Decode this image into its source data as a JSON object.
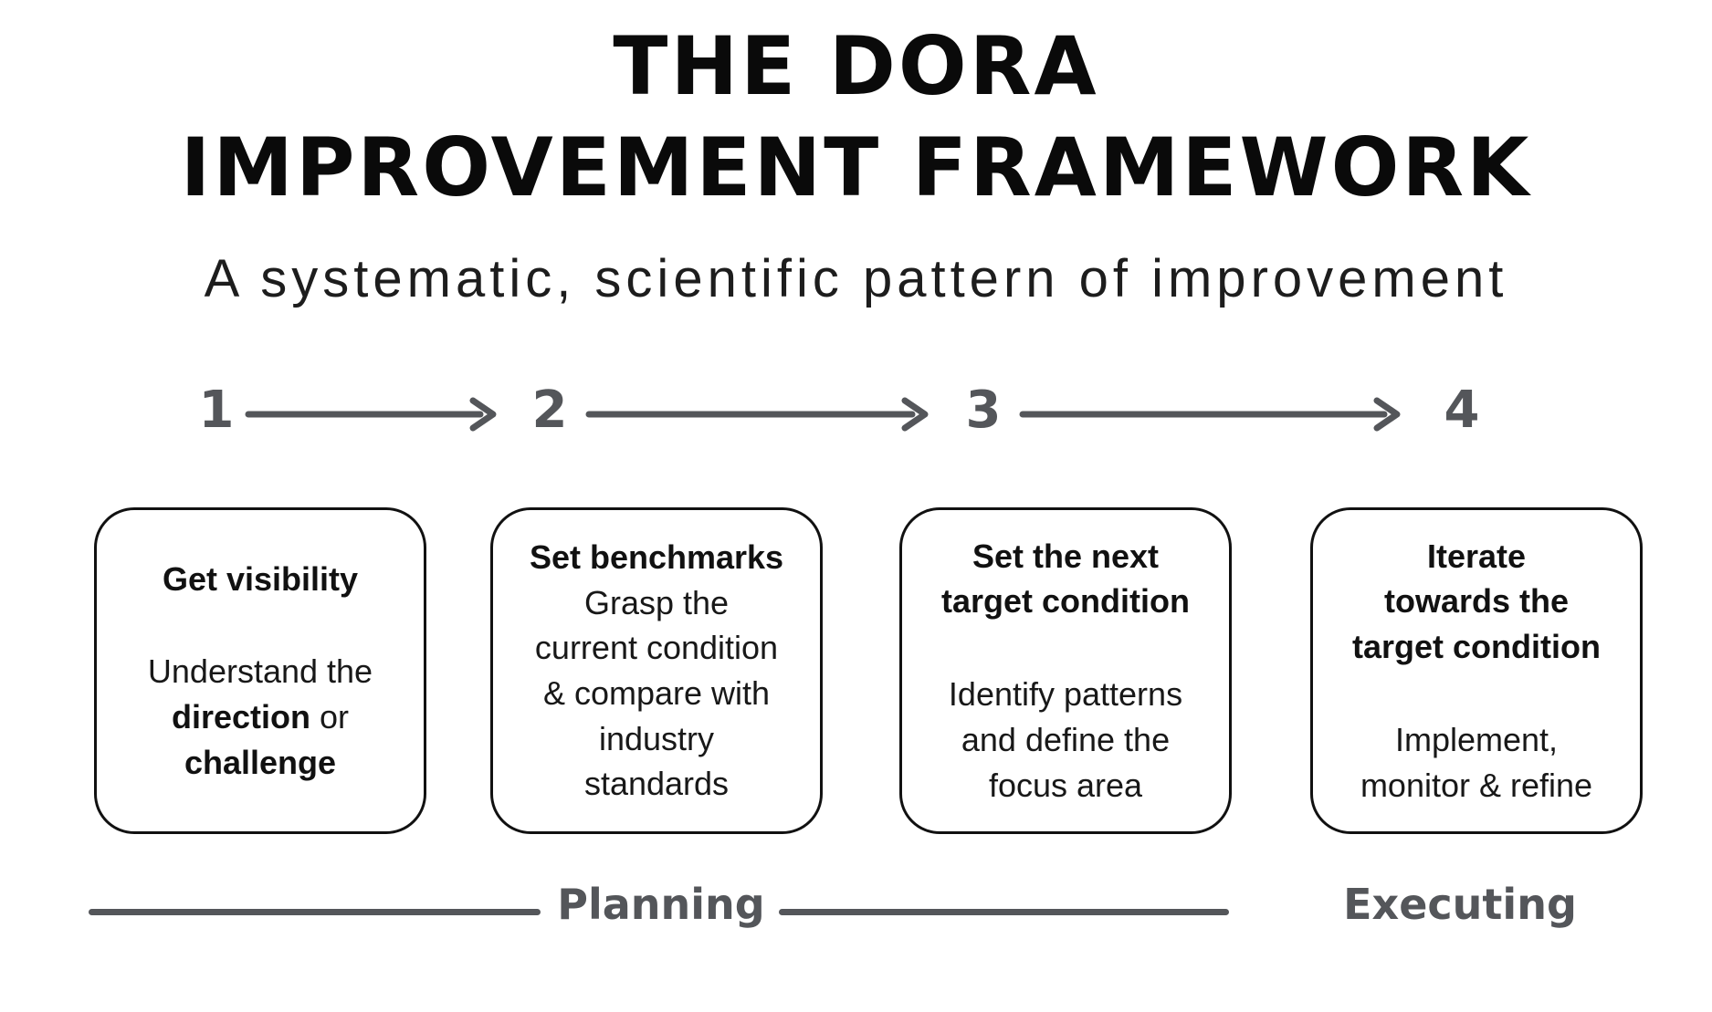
{
  "title": {
    "line1": "THE DORA",
    "line2": "IMPROVEMENT FRAMEWORK"
  },
  "subtitle": "A systematic, scientific pattern of improvement",
  "steps": [
    {
      "number": "1"
    },
    {
      "number": "2"
    },
    {
      "number": "3"
    },
    {
      "number": "4"
    }
  ],
  "icons": {
    "step_arrow": "arrow-right"
  },
  "boxes": [
    {
      "title_lines": [
        "Get visibility"
      ],
      "body_lines": [
        [
          {
            "t": "Understand the",
            "b": false
          }
        ],
        [
          {
            "t": "direction",
            "b": true
          },
          {
            "t": " or",
            "b": false
          }
        ],
        [
          {
            "t": "challenge",
            "b": true
          }
        ]
      ]
    },
    {
      "title_lines": [
        "Set benchmarks"
      ],
      "body_lines": [
        [
          {
            "t": "Grasp the",
            "b": false
          }
        ],
        [
          {
            "t": "current condition",
            "b": false
          }
        ],
        [
          {
            "t": "& compare with",
            "b": false
          }
        ],
        [
          {
            "t": "industry",
            "b": false
          }
        ],
        [
          {
            "t": "standards",
            "b": false
          }
        ]
      ]
    },
    {
      "title_lines": [
        "Set the next",
        "target condition"
      ],
      "body_lines": [
        [
          {
            "t": "Identify patterns",
            "b": false
          }
        ],
        [
          {
            "t": "and define the",
            "b": false
          }
        ],
        [
          {
            "t": "focus area",
            "b": false
          }
        ]
      ]
    },
    {
      "title_lines": [
        "Iterate",
        "towards the",
        "target condition"
      ],
      "body_lines": [
        [
          {
            "t": "Implement,",
            "b": false
          }
        ],
        [
          {
            "t": "monitor & refine",
            "b": false
          }
        ]
      ]
    }
  ],
  "footer": {
    "planning": "Planning",
    "executing": "Executing"
  },
  "colors": {
    "background": "#ffffff",
    "text_black": "#111111",
    "accent_gray": "#54565a",
    "box_border": "#111111"
  }
}
